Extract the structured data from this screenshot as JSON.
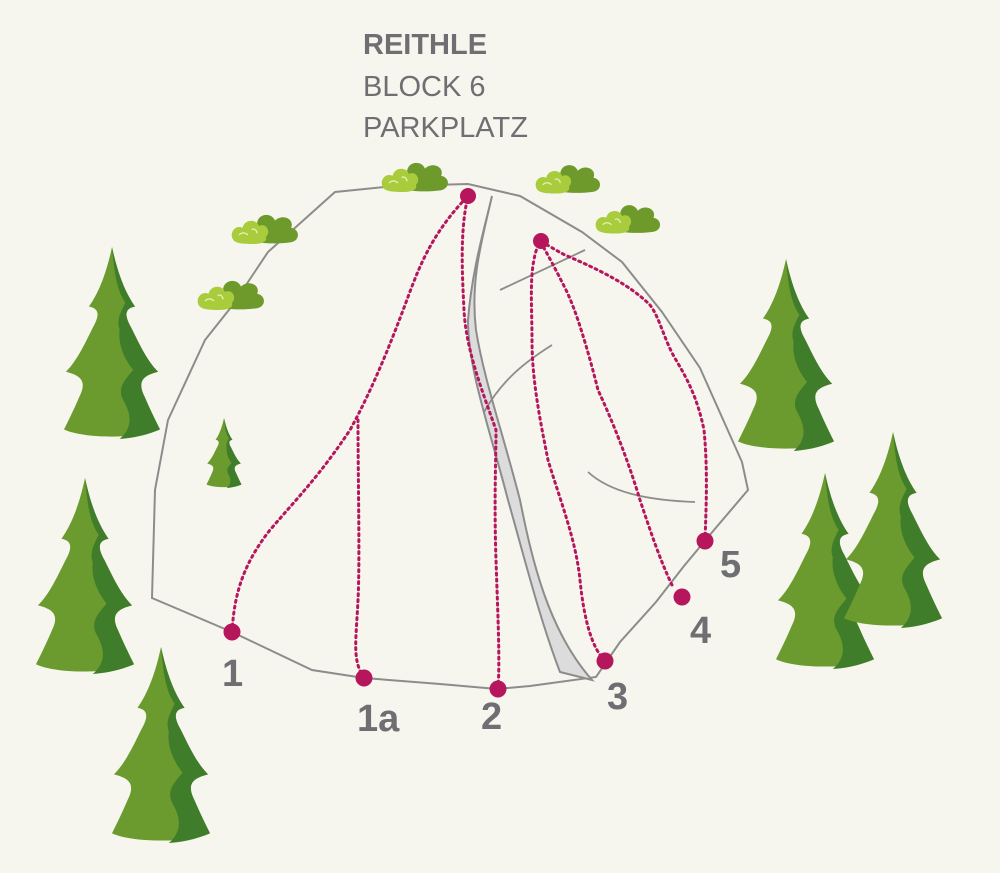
{
  "header": {
    "title": "REITHLE",
    "line2": "BLOCK 6",
    "line3": "PARKPLATZ"
  },
  "routes": [
    {
      "id": "1",
      "label": "1"
    },
    {
      "id": "1a",
      "label": "1a"
    },
    {
      "id": "2",
      "label": "2"
    },
    {
      "id": "3",
      "label": "3"
    },
    {
      "id": "4",
      "label": "4"
    },
    {
      "id": "5",
      "label": "5"
    }
  ],
  "colors": {
    "background": "#f6f6ee",
    "route": "#b5165c",
    "rock_outline": "#8c8c8c",
    "text": "#6f6e73",
    "tree_light": "#6b9a2e",
    "tree_dark": "#3f7d2a",
    "bush_light": "#a8cc3c",
    "bush_dark": "#6e9a2c"
  },
  "icons": [
    "fir-tree-icon",
    "bush-icon"
  ]
}
